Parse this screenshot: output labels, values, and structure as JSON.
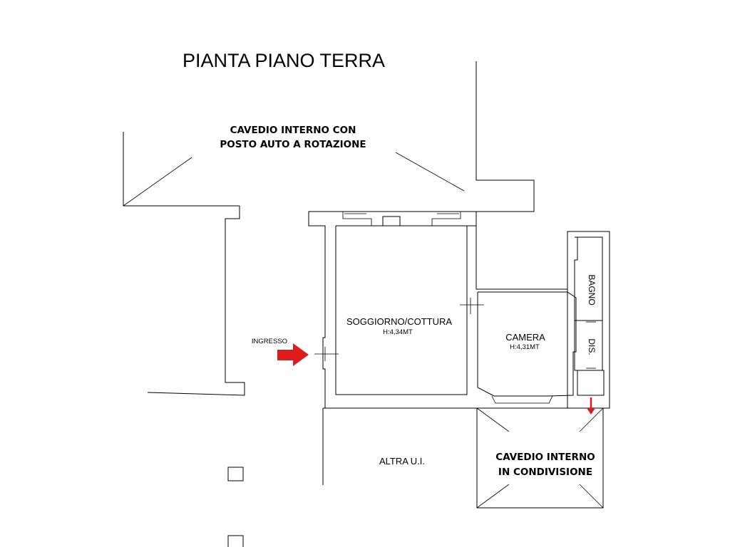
{
  "title": "PIANTA PIANO TERRA",
  "courtyard_top": {
    "line1": "CAVEDIO INTERNO CON",
    "line2": "POSTO AUTO A ROTAZIONE"
  },
  "courtyard_bottom": {
    "line1": "CAVEDIO INTERNO",
    "line2": "IN CONDIVISIONE"
  },
  "rooms": {
    "living": {
      "name": "SOGGIORNO/COTTURA",
      "height": "H:4,34MT"
    },
    "bedroom": {
      "name": "CAMERA",
      "height": "H:4,31MT"
    },
    "bathroom": {
      "name": "BAGNO"
    },
    "hallway": {
      "name": "DIS."
    },
    "other_unit": {
      "name": "ALTRA U.I."
    }
  },
  "entrance": {
    "label": "INGRESSO"
  },
  "colors": {
    "arrow": "#e01b1b",
    "lines": "#000000",
    "background": "#ffffff"
  }
}
